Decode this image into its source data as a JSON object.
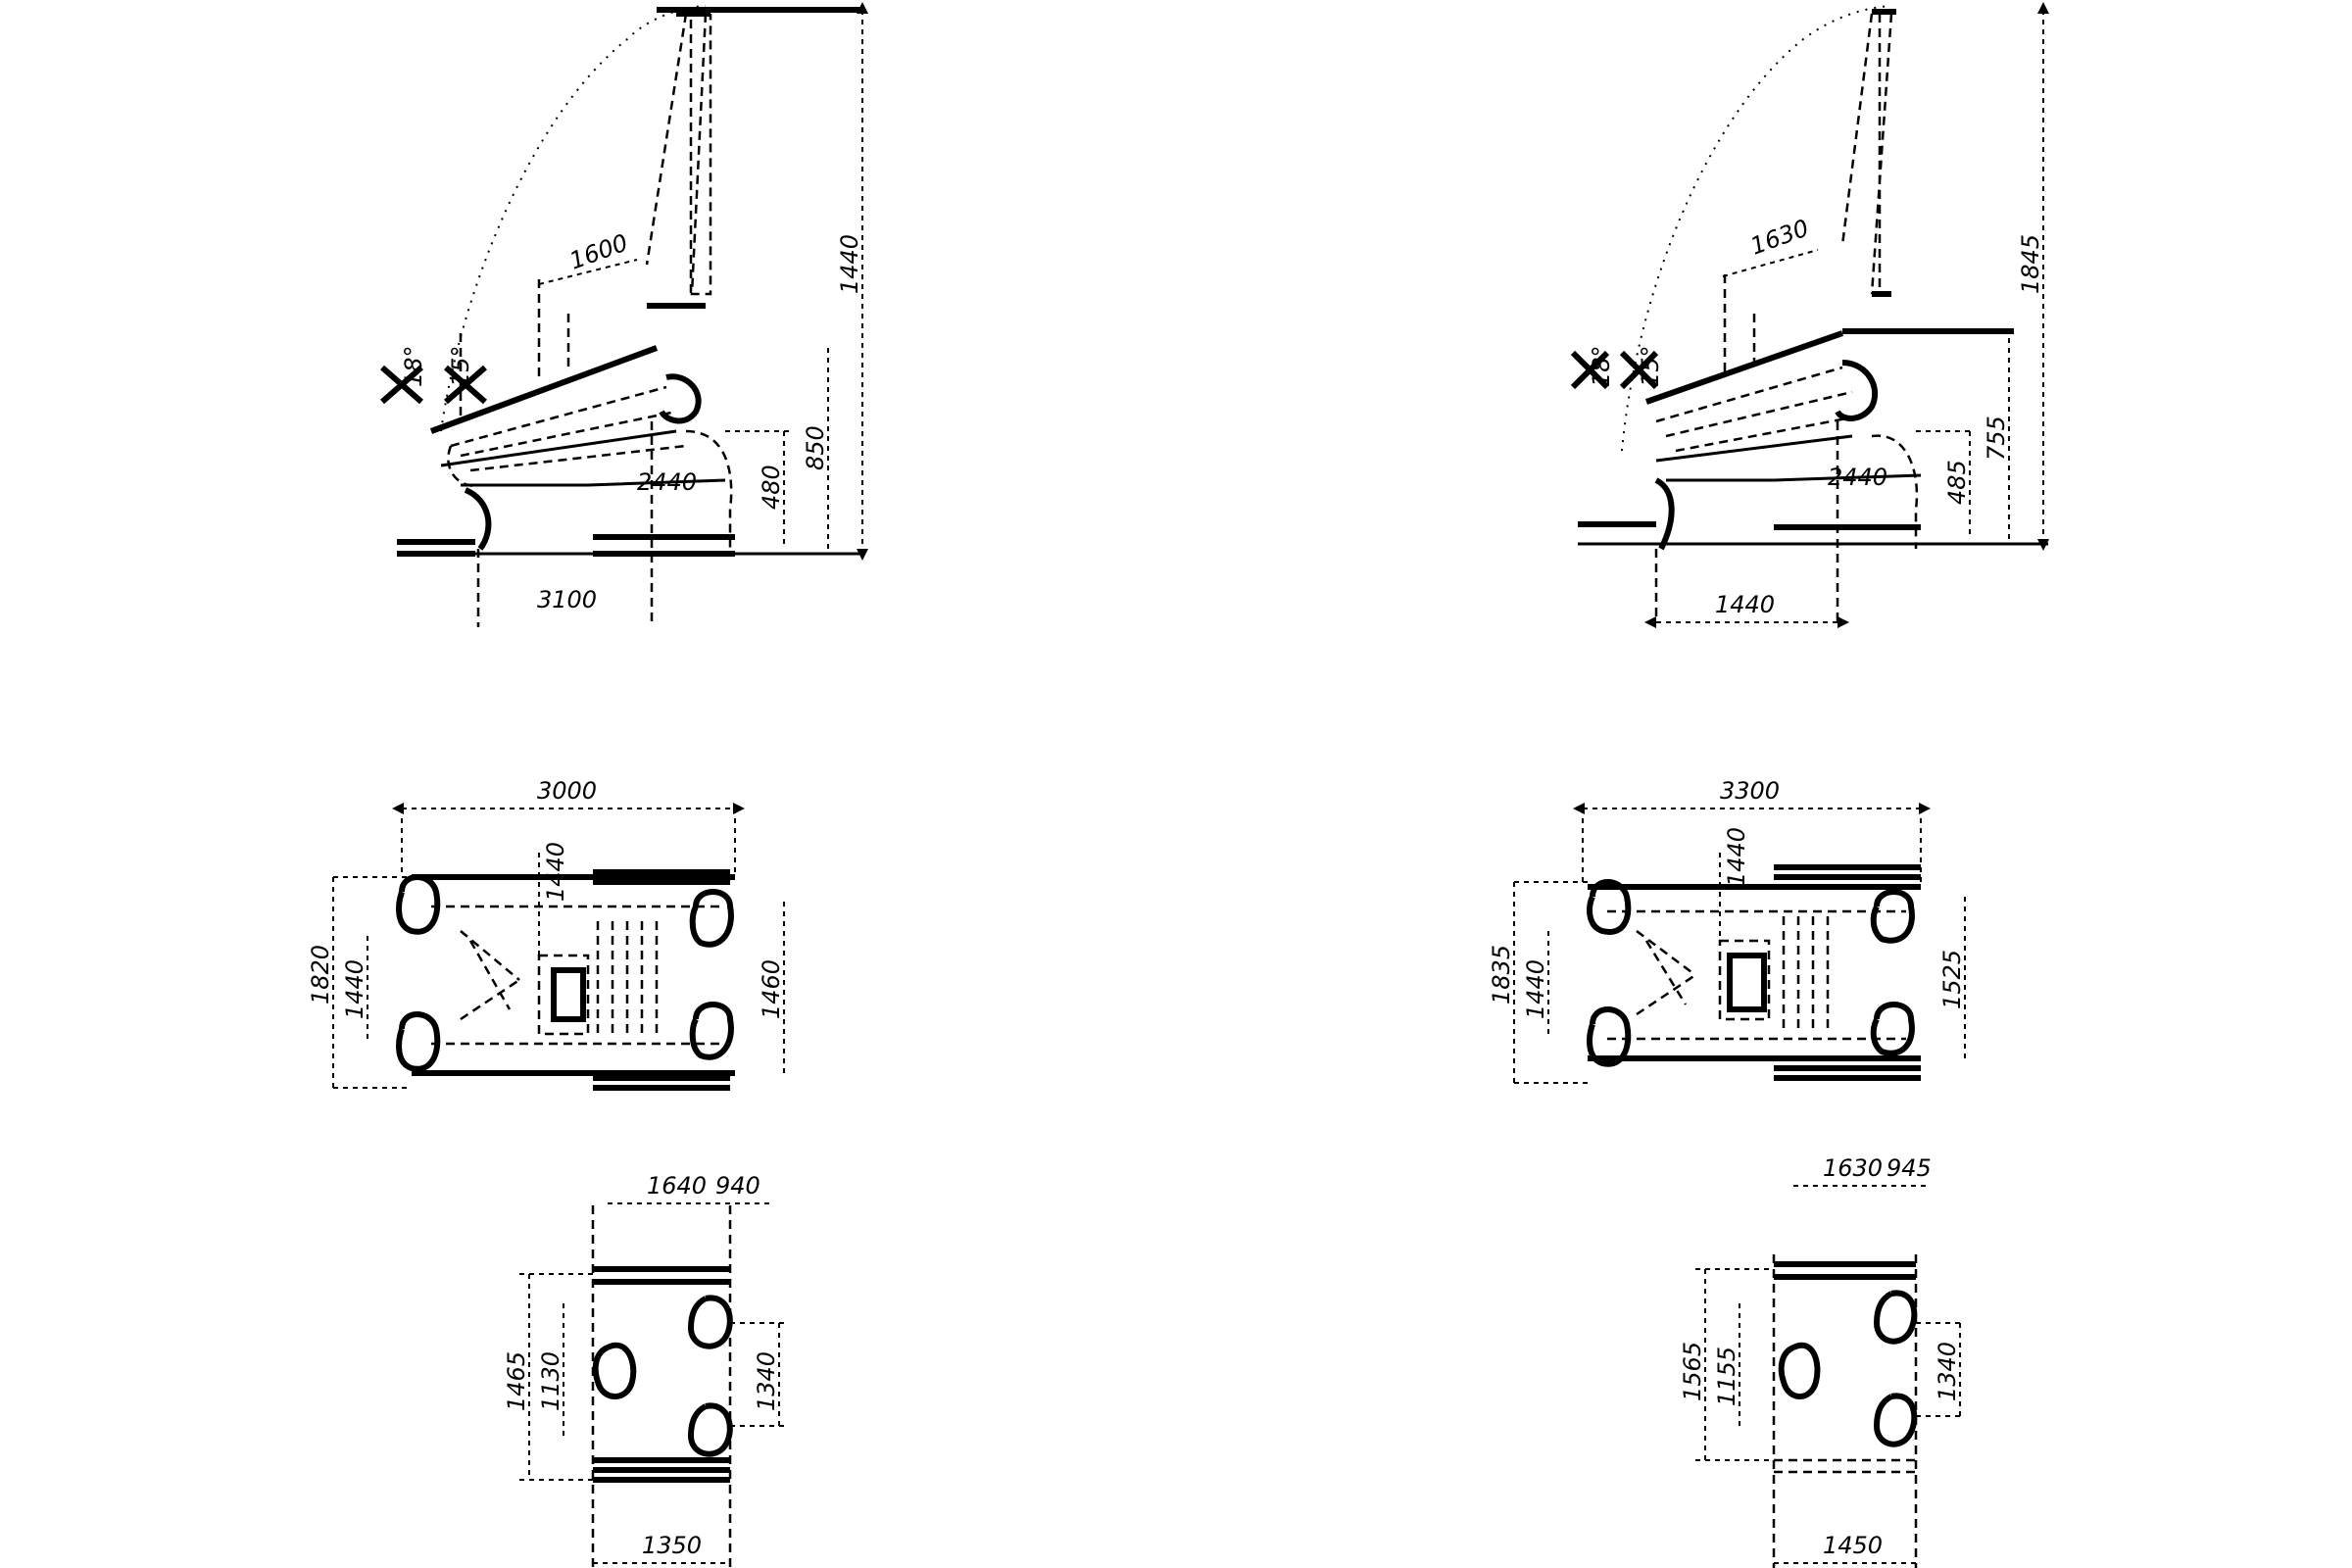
{
  "colors": {
    "background": "#ffffff",
    "ink": "#000000"
  },
  "dimensions": {
    "left_side_view": {
      "total_height": "1440",
      "cab_width": "1600",
      "axle_height": "850",
      "rear_height": "480",
      "rear_offset": "2440",
      "tilt_angle": "18°",
      "tilt_small": "15°",
      "base_length": "3100"
    },
    "right_side_view": {
      "total_height": "1845",
      "cab_width": "1630",
      "axle_height": "755",
      "rear_height": "485",
      "rear_offset": "2440",
      "tilt_angle": "18°",
      "tilt_small": "15°",
      "base_length": "1440"
    },
    "left_top_view": {
      "overall_length": "3000",
      "inner_length": "1440",
      "overall_width": "1820",
      "inner_width": "1440",
      "track_width": "1460"
    },
    "right_top_view": {
      "overall_length": "3300",
      "inner_length": "1440",
      "overall_width": "1835",
      "inner_width": "1440",
      "track_width": "1525"
    },
    "left_front_view": {
      "top_width": "1640",
      "top_offset": "940",
      "outer_height": "1465",
      "inner_height": "1130",
      "wheel_spacing": "1340",
      "bottom_width": "1350"
    },
    "right_front_view": {
      "top_width": "1630",
      "top_offset": "945",
      "outer_height": "1565",
      "inner_height": "1155",
      "wheel_spacing": "1340",
      "bottom_width": "1450"
    }
  }
}
